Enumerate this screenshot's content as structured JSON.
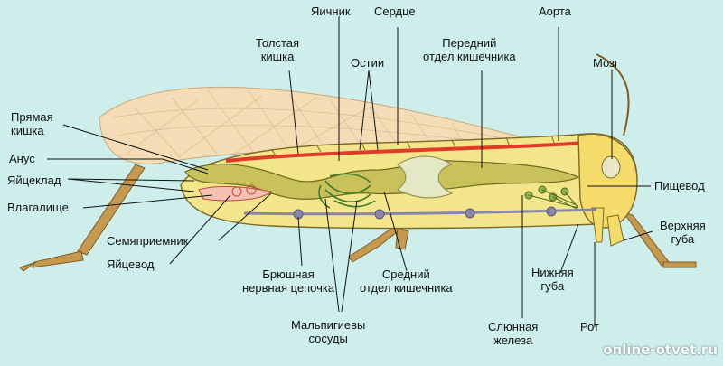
{
  "labels": {
    "rectum": "Прямая\nкишка",
    "anus": "Анус",
    "ovipositor": "Яйцеклад",
    "vagina": "Влагалище",
    "spermatheca": "Семяприемник",
    "oviduct": "Яйцевод",
    "ovary": "Яичник",
    "heart": "Сердце",
    "aorta": "Аорта",
    "colon": "Толстая\nкишка",
    "ostia": "Остии",
    "foregut": "Передний\nотдел кишечника",
    "brain": "Мозг",
    "esophagus": "Пищевод",
    "upper_lip": "Верхняя\nгуба",
    "lower_lip": "Нижняя\nгуба",
    "mouth": "Рот",
    "salivary_gland": "Слюнная\nжелеза",
    "midgut": "Средний\nотдел кишечника",
    "nerve_cord": "Брюшная\nнервная цепочка",
    "malpighian": "Мальпигиевы\nсосуды"
  },
  "watermark": "online-otvet.ru",
  "colors": {
    "background": "#cdeeea",
    "body": "#f2e58a",
    "gut": "#c9c25a",
    "heart": "#e03a2a",
    "wing": "#f3dcb6",
    "nerve": "#8a86a8",
    "tubules": "#3f7a2a",
    "legs": "#c59a4e"
  }
}
